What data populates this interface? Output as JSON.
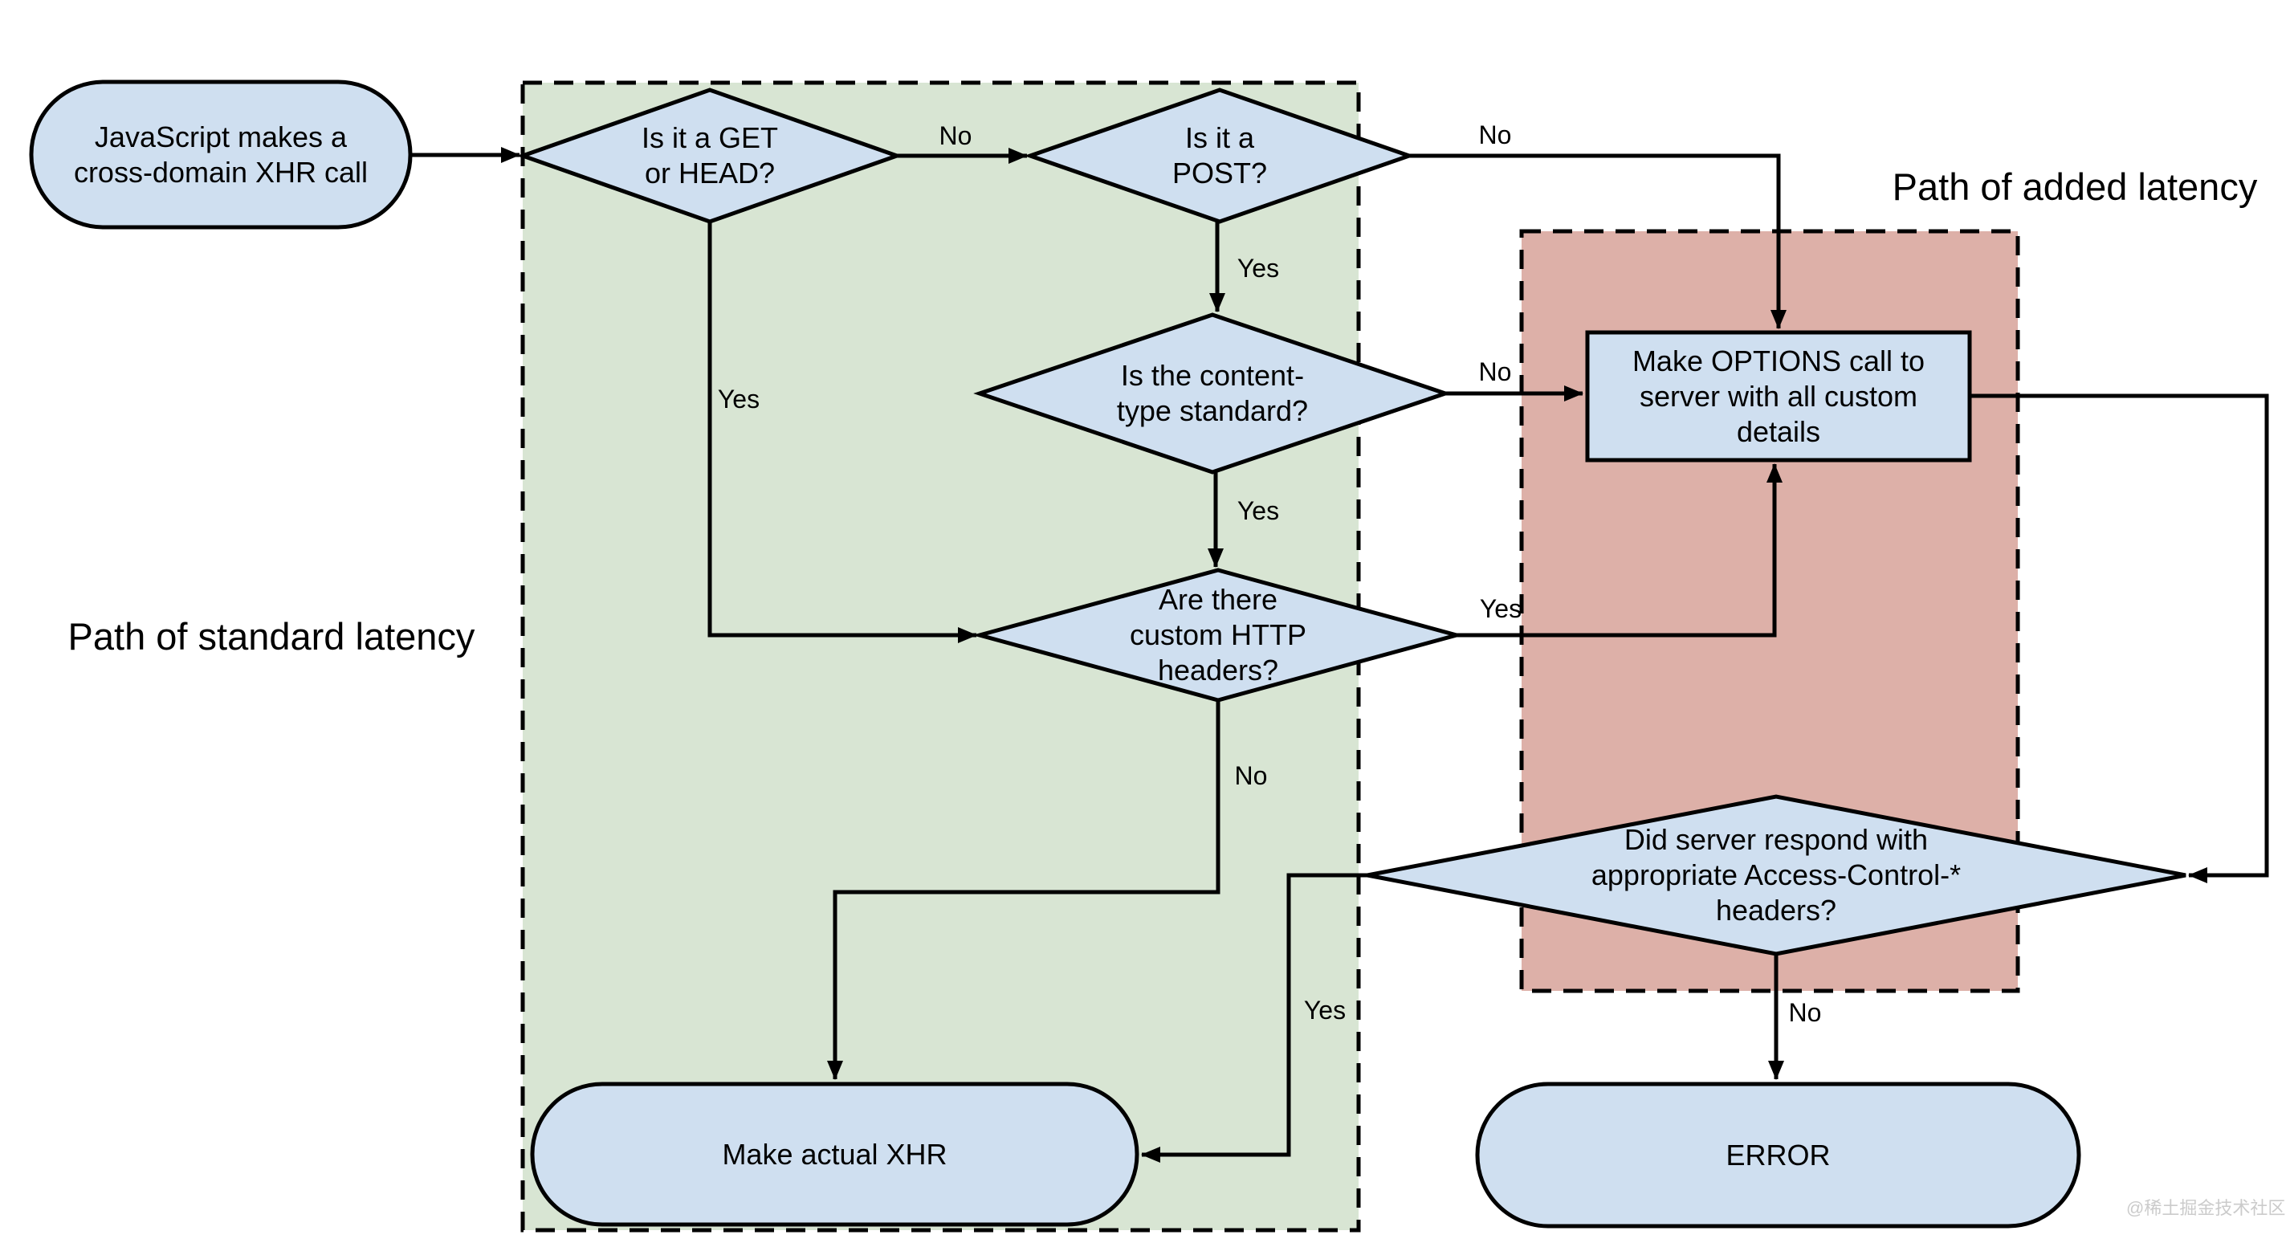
{
  "regions": {
    "standard": {
      "label": "Path of standard latency"
    },
    "added": {
      "label": "Path of added latency"
    }
  },
  "nodes": {
    "start": {
      "text": "JavaScript makes a\ncross-domain XHR call",
      "shape": "stadium"
    },
    "get_head": {
      "text": "Is it a GET\nor HEAD?",
      "shape": "diamond"
    },
    "post": {
      "text": "Is it a\nPOST?",
      "shape": "diamond"
    },
    "content_type": {
      "text": "Is the content-\ntype standard?",
      "shape": "diamond"
    },
    "custom_headers": {
      "text": "Are there\ncustom HTTP\nheaders?",
      "shape": "diamond"
    },
    "options_call": {
      "text": "Make OPTIONS call to\nserver with all custom\ndetails",
      "shape": "rectangle"
    },
    "access_control": {
      "text": "Did server respond with\nappropriate Access-Control-*\nheaders?",
      "shape": "diamond"
    },
    "make_xhr": {
      "text": "Make actual XHR",
      "shape": "stadium"
    },
    "error": {
      "text": "ERROR",
      "shape": "stadium"
    }
  },
  "edge_labels": {
    "get_head_no": "No",
    "get_head_yes": "Yes",
    "post_no": "No",
    "post_yes": "Yes",
    "content_type_no": "No",
    "content_type_yes": "Yes",
    "custom_headers_yes": "Yes",
    "custom_headers_no": "No",
    "access_yes": "Yes",
    "access_no": "No"
  },
  "watermark": "@稀土掘金技术社区",
  "colors": {
    "background": "#ffffff",
    "node_fill": "#cfdff0",
    "green_fill": "#d8e5d3",
    "red_fill": "#ddb0a8",
    "line": "#000000",
    "watermark": "#cbcbcb"
  }
}
